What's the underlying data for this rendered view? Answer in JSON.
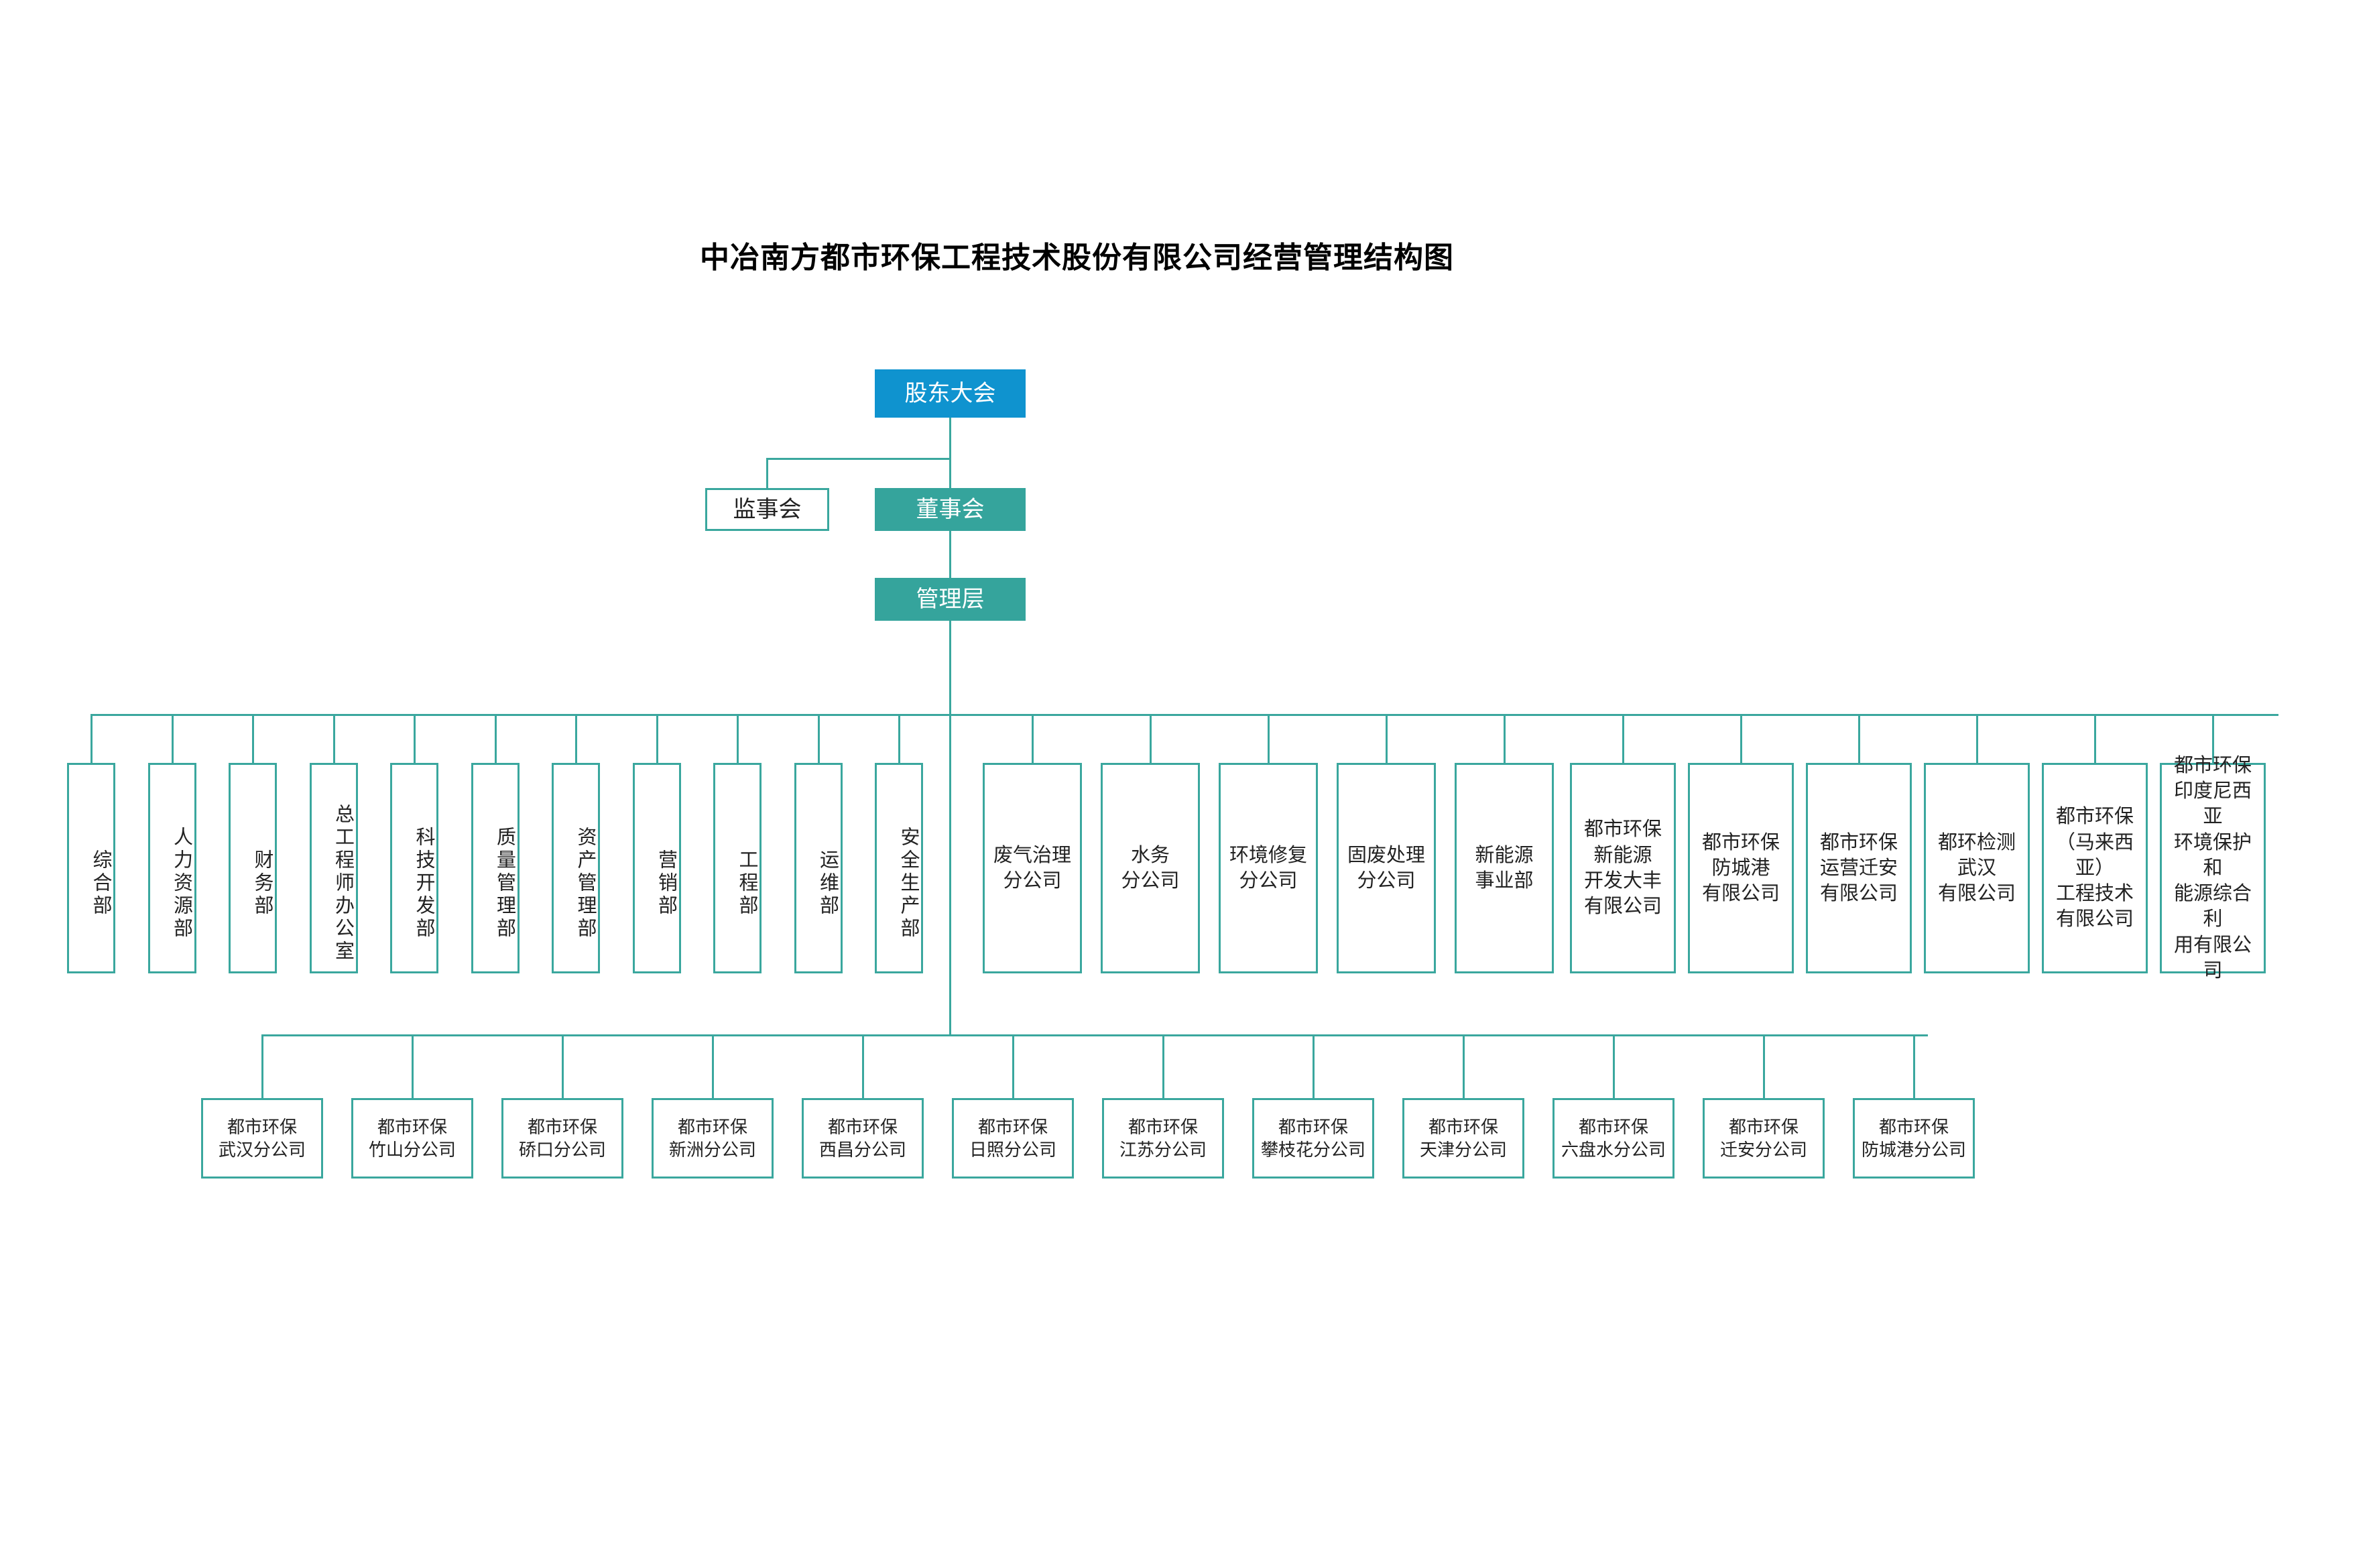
{
  "title": "中冶南方都市环保工程技术股份有限公司经营管理结构图",
  "colors": {
    "shareholders_fill": "#0f93cf",
    "board_fill": "#35a49c",
    "outline": "#3aa79e",
    "text_light": "#ffffff",
    "text_dark": "#222222",
    "page_background": "#ffffff"
  },
  "chart_data": {
    "type": "diagram",
    "diagram_kind": "organization-chart",
    "title": "中冶南方都市环保工程技术股份有限公司经营管理结构图",
    "levels": [
      {
        "level": 1,
        "nodes": [
          "股东大会"
        ]
      },
      {
        "level": 2,
        "nodes": [
          "监事会",
          "董事会"
        ]
      },
      {
        "level": 3,
        "nodes": [
          "管理层"
        ]
      },
      {
        "level": 4,
        "group": "departments"
      },
      {
        "level": 4,
        "group": "divisions"
      },
      {
        "level": 4,
        "group": "subsidiaries"
      },
      {
        "level": 5,
        "group": "branches"
      }
    ],
    "edges": [
      {
        "from": "股东大会",
        "to": "监事会"
      },
      {
        "from": "股东大会",
        "to": "董事会"
      },
      {
        "from": "董事会",
        "to": "管理层"
      },
      {
        "from": "管理层",
        "to": "departments"
      },
      {
        "from": "管理层",
        "to": "divisions"
      },
      {
        "from": "管理层",
        "to": "subsidiaries"
      },
      {
        "from": "管理层",
        "to": "branches"
      }
    ]
  },
  "top": {
    "shareholders": "股东大会",
    "supervisors": "监事会",
    "board": "董事会",
    "management": "管理层"
  },
  "departments": [
    {
      "label": "综合部"
    },
    {
      "label": "人力资源部"
    },
    {
      "label": "财务部"
    },
    {
      "label": "总工程师办公室"
    },
    {
      "label": "科技开发部"
    },
    {
      "label": "质量管理部"
    },
    {
      "label": "资产管理部"
    },
    {
      "label": "营销部"
    },
    {
      "label": "工程部"
    },
    {
      "label": "运维部"
    },
    {
      "label": "安全生产部"
    }
  ],
  "divisions": [
    {
      "line1": "废气治理",
      "line2": "分公司"
    },
    {
      "line1": "水务",
      "line2": "分公司"
    },
    {
      "line1": "环境修复",
      "line2": "分公司"
    },
    {
      "line1": "固废处理",
      "line2": "分公司"
    },
    {
      "line1": "新能源",
      "line2": "事业部"
    }
  ],
  "subsidiaries": [
    {
      "lines": [
        "都市环保",
        "新能源",
        "开发大丰",
        "有限公司"
      ]
    },
    {
      "lines": [
        "都市环保",
        "防城港",
        "有限公司"
      ]
    },
    {
      "lines": [
        "都市环保",
        "运营迁安",
        "有限公司"
      ]
    },
    {
      "lines": [
        "都环检测",
        "武汉",
        "有限公司"
      ]
    },
    {
      "lines": [
        "都市环保",
        "（马来西亚）",
        "工程技术",
        "有限公司"
      ]
    },
    {
      "lines": [
        "都市环保",
        "印度尼西亚",
        "环境保护和",
        "能源综合利",
        "用有限公司"
      ]
    }
  ],
  "branches": [
    {
      "line1": "都市环保",
      "line2": "武汉分公司"
    },
    {
      "line1": "都市环保",
      "line2": "竹山分公司"
    },
    {
      "line1": "都市环保",
      "line2": "硚口分公司"
    },
    {
      "line1": "都市环保",
      "line2": "新洲分公司"
    },
    {
      "line1": "都市环保",
      "line2": "西昌分公司"
    },
    {
      "line1": "都市环保",
      "line2": "日照分公司"
    },
    {
      "line1": "都市环保",
      "line2": "江苏分公司"
    },
    {
      "line1": "都市环保",
      "line2": "攀枝花分公司"
    },
    {
      "line1": "都市环保",
      "line2": "天津分公司"
    },
    {
      "line1": "都市环保",
      "line2": "六盘水分公司"
    },
    {
      "line1": "都市环保",
      "line2": "迁安分公司"
    },
    {
      "line1": "都市环保",
      "line2": "防城港分公司"
    }
  ]
}
